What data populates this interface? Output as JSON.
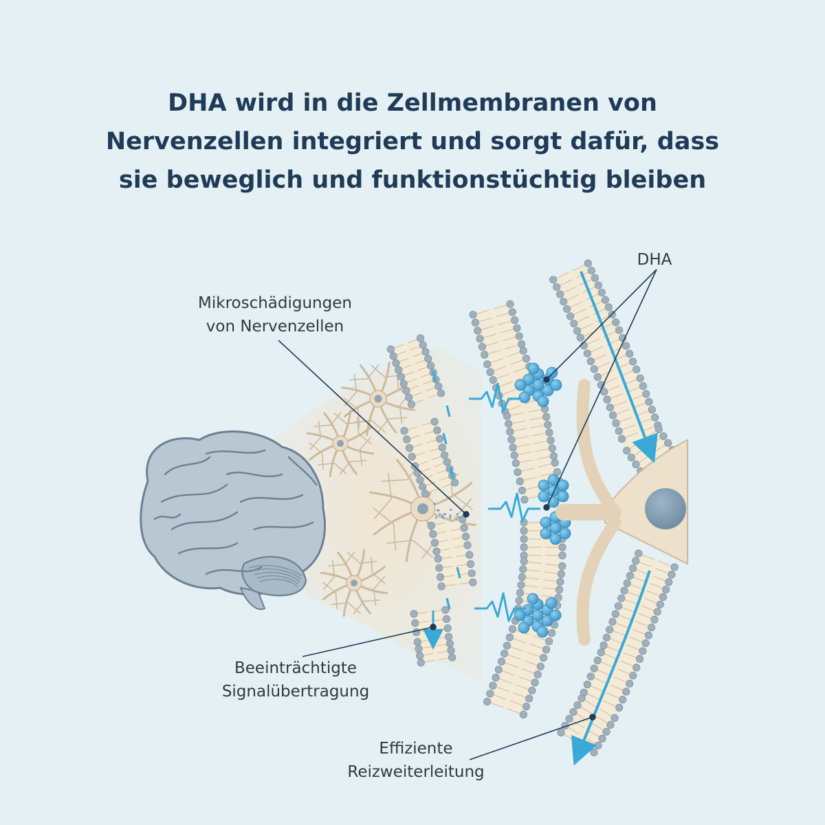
{
  "title": {
    "lines": [
      "DHA wird in die Zellmembranen von",
      "Nervenzellen integriert und sorgt dafür, dass",
      "sie beweglich und funktionstüchtig bleiben"
    ]
  },
  "labels": {
    "dha": "DHA",
    "micro": [
      "Mikroschädigungen",
      "von Nervenzellen"
    ],
    "signal": [
      "Beeinträchtigte",
      "Signalübertragung"
    ],
    "efficient": [
      "Effiziente",
      "Reizweiterleitung"
    ]
  },
  "colors": {
    "background": "#e4f0f3",
    "title": "#1f3b57",
    "dha_cluster": "#5eb0dc",
    "signal": "#3aa9d8",
    "leader": "#1f3b57",
    "tissue": "#efe6d6",
    "brain": "#b7c5d1"
  }
}
